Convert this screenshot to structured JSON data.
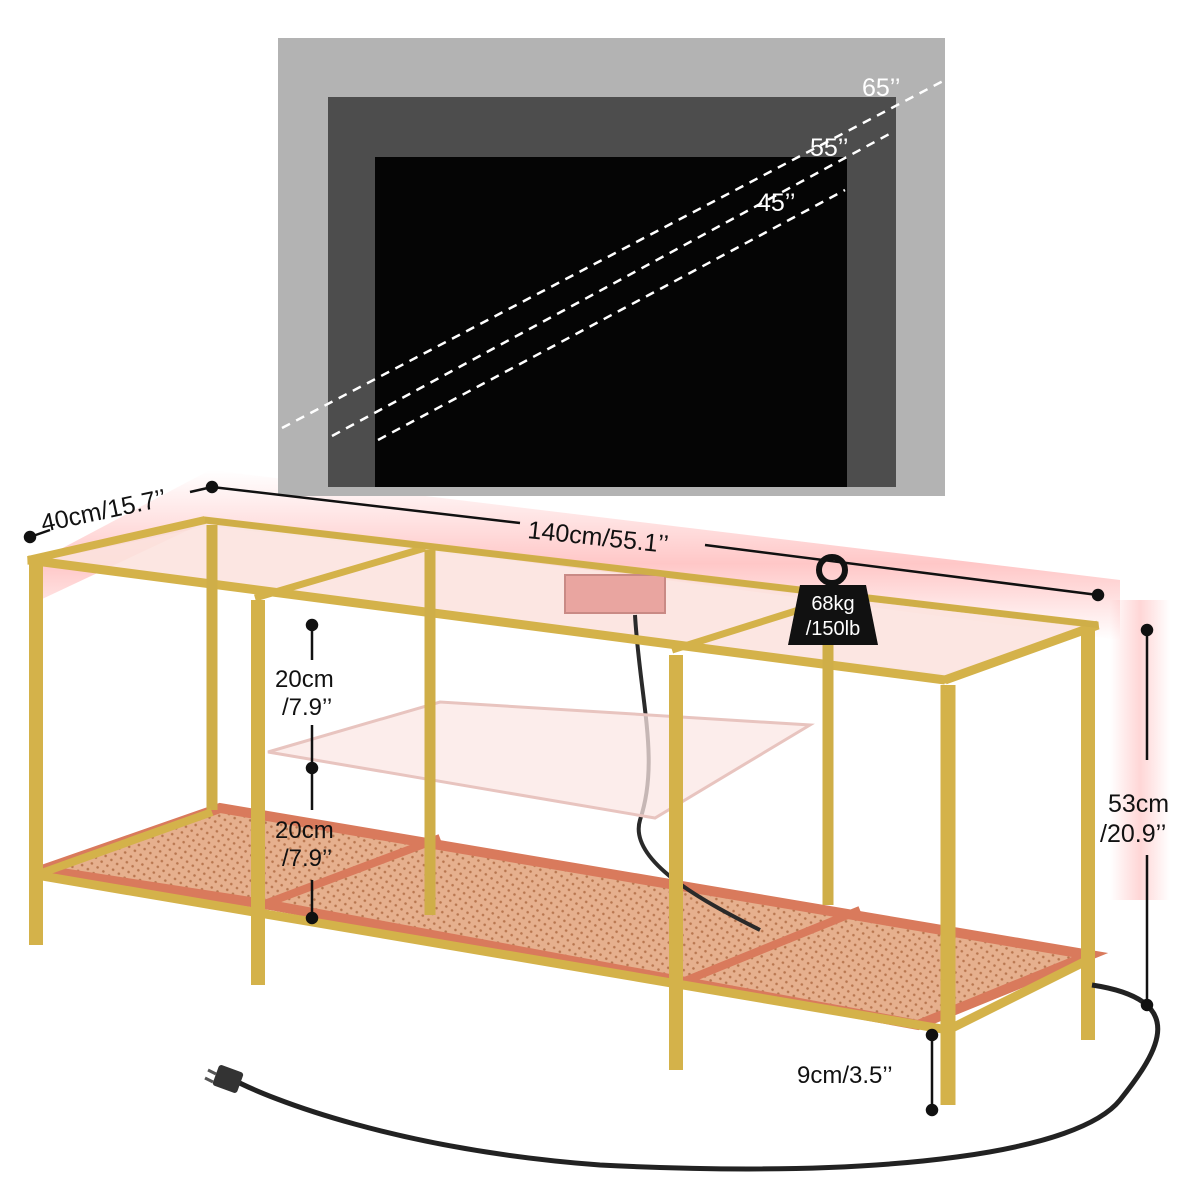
{
  "tv_sizes": {
    "large": "65’’",
    "medium": "55’’",
    "small": "45’’"
  },
  "dimensions": {
    "depth": "40cm/15.7’’",
    "width": "140cm/55.1’’",
    "height_line1": "53cm",
    "height_line2": "/20.9’’",
    "shelf_upper_line1": "20cm",
    "shelf_upper_line2": "/7.9’’",
    "shelf_lower_line1": "20cm",
    "shelf_lower_line2": "/7.9’’",
    "leg_clearance": "9cm/3.5’’"
  },
  "weight": {
    "line1": "68kg",
    "line2": "/150lb"
  },
  "colors": {
    "frame_gold": "#d4b24a",
    "frame_gold_dark": "#b8952e",
    "glass_tint": "#f6d7d2",
    "led_glow": "#ff8c8c",
    "mesh_copper": "#d9986f",
    "tv_65": "#b3b3b3",
    "tv_55": "#4d4d4d",
    "tv_45": "#050505"
  }
}
